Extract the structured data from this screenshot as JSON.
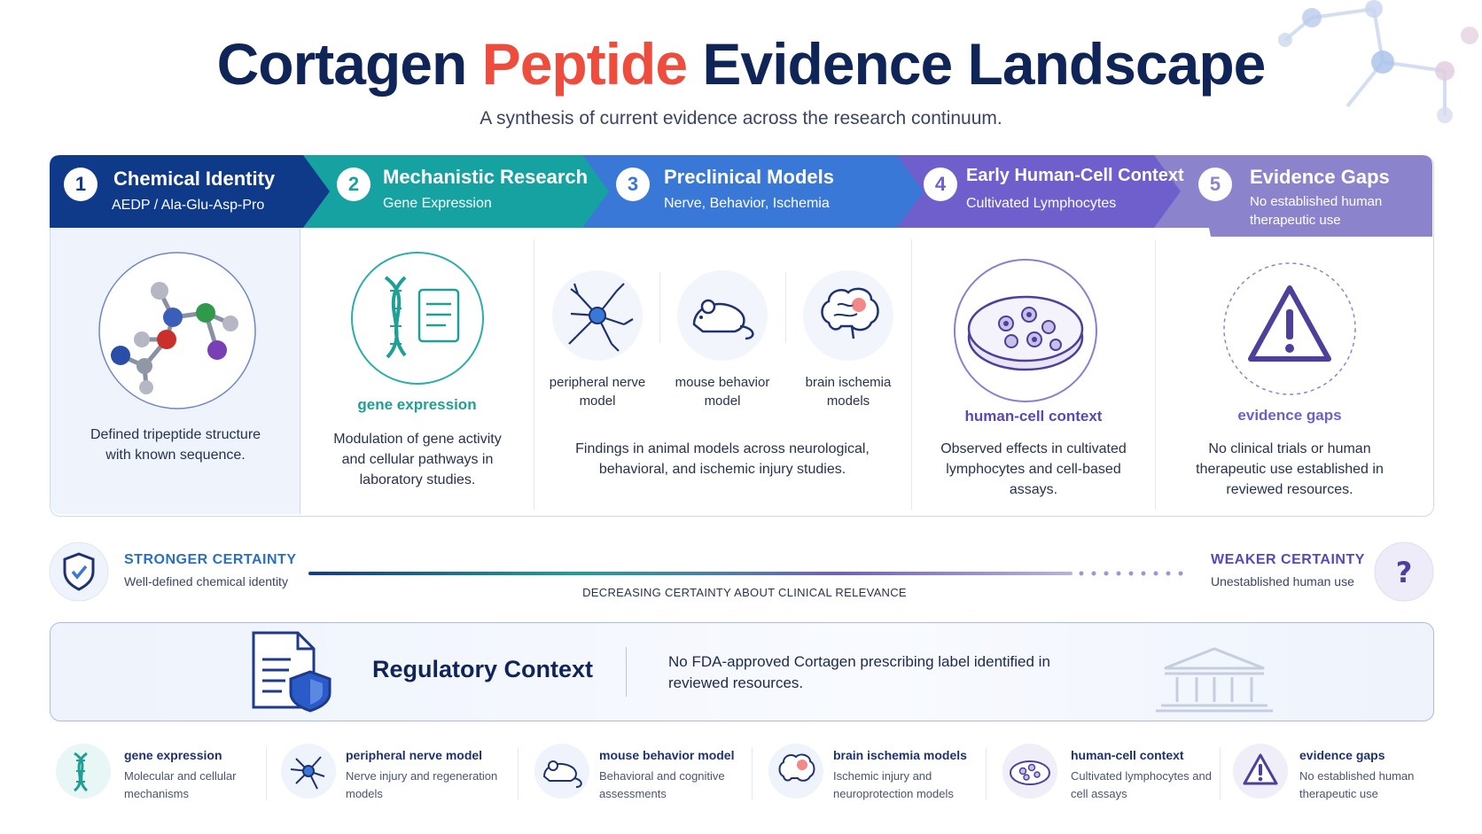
{
  "title": {
    "part1": "Cortagen ",
    "part2": "Peptide",
    "part3": " Evidence Landscape"
  },
  "subtitle": "A synthesis of current evidence across the research continuum.",
  "stages": [
    {
      "num": "1",
      "title": "Chemical Identity",
      "subtitle": "AEDP / Ala-Glu-Asp-Pro",
      "color": "#0f3a8a"
    },
    {
      "num": "2",
      "title": "Mechanistic Research",
      "subtitle": "Gene Expression",
      "color": "#17a2a2"
    },
    {
      "num": "3",
      "title": "Preclinical Models",
      "subtitle": "Nerve, Behavior, Ischemia",
      "color": "#3a78d8"
    },
    {
      "num": "4",
      "title": "Early Human-Cell Context",
      "subtitle": "Cultivated Lymphocytes",
      "color": "#6f5fcc"
    },
    {
      "num": "5",
      "title": "Evidence Gaps",
      "subtitle": "No established human therapeutic use",
      "color": "#8b84cc"
    }
  ],
  "cards": {
    "chem": {
      "caption": "Defined tripeptide structure with known sequence."
    },
    "gene": {
      "label": "gene expression",
      "caption": "Modulation of gene activity and cellular pathways in laboratory studies."
    },
    "preclinical": {
      "labels": [
        "peripheral nerve model",
        "mouse behavior model",
        "brain ischemia models"
      ],
      "caption": "Findings in animal models across neurological, behavioral, and ischemic injury studies."
    },
    "human": {
      "label": "human-cell context",
      "caption": "Observed effects in cultivated lymphocytes and cell-based assays."
    },
    "gaps": {
      "label": "evidence gaps",
      "caption": "No clinical trials or human therapeutic use established in reviewed resources."
    }
  },
  "certainty": {
    "strong_title": "STRONGER CERTAINTY",
    "strong_sub": "Well-defined chemical identity",
    "weak_title": "WEAKER CERTAINTY",
    "weak_sub": "Unestablished human use",
    "axis_label": "DECREASING CERTAINTY ABOUT CLINICAL RELEVANCE"
  },
  "regulatory": {
    "title": "Regulatory Context",
    "text": "No FDA-approved Cortagen prescribing label identified in reviewed resources."
  },
  "legend": [
    {
      "title": "gene expression",
      "sub": "Molecular and cellular mechanisms"
    },
    {
      "title": "peripheral nerve model",
      "sub": "Nerve injury and regeneration models"
    },
    {
      "title": "mouse behavior model",
      "sub": "Behavioral and cognitive assessments"
    },
    {
      "title": "brain ischemia models",
      "sub": "Ischemic injury and neuroprotection models"
    },
    {
      "title": "human-cell context",
      "sub": "Cultivated lymphocytes and cell assays"
    },
    {
      "title": "evidence gaps",
      "sub": "No established human therapeutic use"
    }
  ]
}
